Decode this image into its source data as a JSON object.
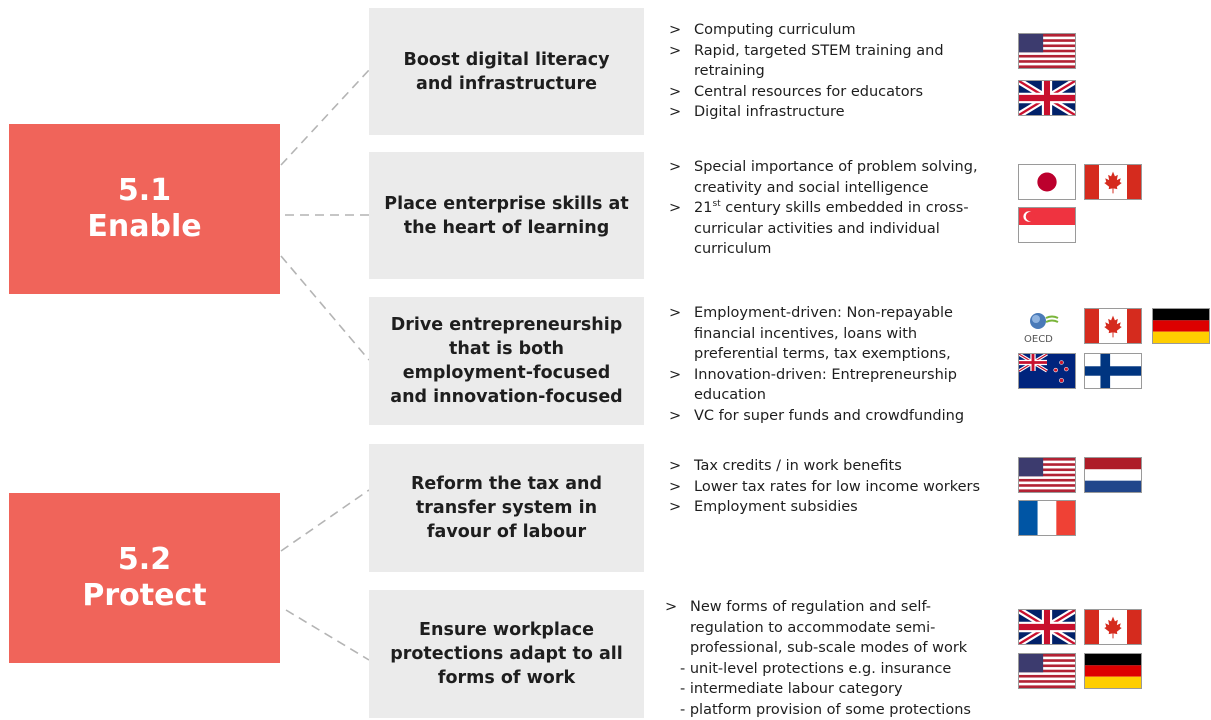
{
  "categories": {
    "enable": {
      "number": "5.1",
      "label": "Enable"
    },
    "protect": {
      "number": "5.2",
      "label": "Protect"
    }
  },
  "rows": [
    {
      "title": "Boost digital literacy and infrastructure",
      "bullets": [
        "Computing curriculum",
        "Rapid, targeted STEM training and retraining",
        "Central resources for educators",
        "Digital infrastructure"
      ],
      "flags": [
        "united-states",
        "united-kingdom"
      ]
    },
    {
      "title": "Place enterprise skills at the heart of learning",
      "bullets": [
        "Special importance of problem solving, creativity and social intelligence",
        "21",
        "st",
        " century skills embedded in cross-curricular activities and individual curriculum"
      ],
      "flags": [
        "japan",
        "canada",
        "singapore"
      ]
    },
    {
      "title": "Drive entrepreneurship that is both employment-focused and innovation-focused",
      "bullets": [
        "Employment-driven: Non-repayable financial incentives, loans with preferential terms, tax exemptions,",
        "Innovation-driven: Entrepreneurship education",
        "VC for super funds and crowdfunding"
      ],
      "flags": [
        "oecd",
        "canada",
        "germany",
        "new-zealand",
        "finland"
      ],
      "oecd_text": "OECD"
    },
    {
      "title": "Reform the tax and transfer system in favour of labour",
      "bullets": [
        "Tax credits / in work benefits",
        "Lower tax rates for low income workers",
        "Employment subsidies"
      ],
      "flags": [
        "united-states",
        "netherlands",
        "france"
      ]
    },
    {
      "title": "Ensure workplace protections adapt to all forms of work",
      "bullets": [
        "New forms of regulation and self-regulation to accommodate semi-professional, sub-scale modes of work"
      ],
      "sub_bullets": [
        "- unit-level protections e.g. insurance",
        "- intermediate labour category",
        "- platform provision of some protections"
      ],
      "flags": [
        "united-kingdom",
        "canada",
        "united-states",
        "germany"
      ]
    }
  ],
  "arrow_glyph": ">",
  "colors": {
    "category": "#f0645a",
    "box": "#ebebeb",
    "connector": "#b4b4b4"
  }
}
